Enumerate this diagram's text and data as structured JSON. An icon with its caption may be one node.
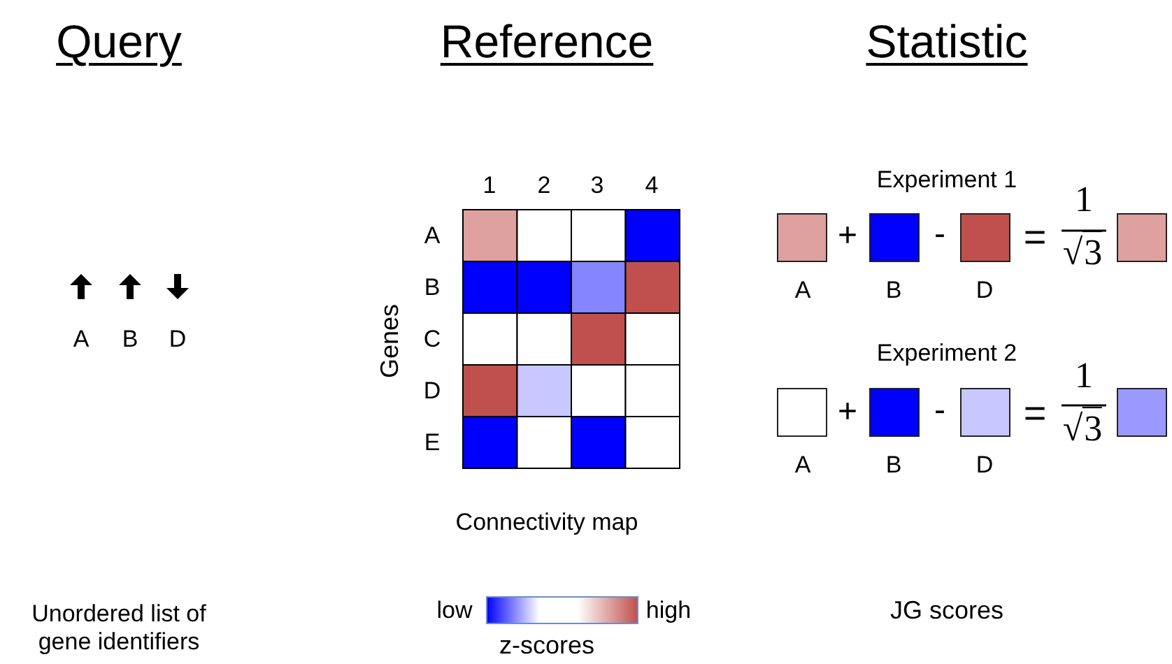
{
  "diagram": {
    "labels": [
      "Query",
      "Reference",
      "Statistic",
      "1",
      "2",
      "3",
      "4",
      "Experiment 1",
      "A",
      "B",
      "C",
      "D",
      "E",
      "Genes",
      "A",
      "B",
      "D",
      "+",
      "-",
      "=",
      "1",
      "√3",
      "A",
      "B",
      "D",
      "Experiment 2",
      "+",
      "-",
      "=",
      "1",
      "√3",
      "A",
      "B",
      "D",
      "Connectivity map",
      "Unordered list of gene identifiers",
      "low",
      "high",
      "z-scores",
      "JG scores"
    ]
  }
}
